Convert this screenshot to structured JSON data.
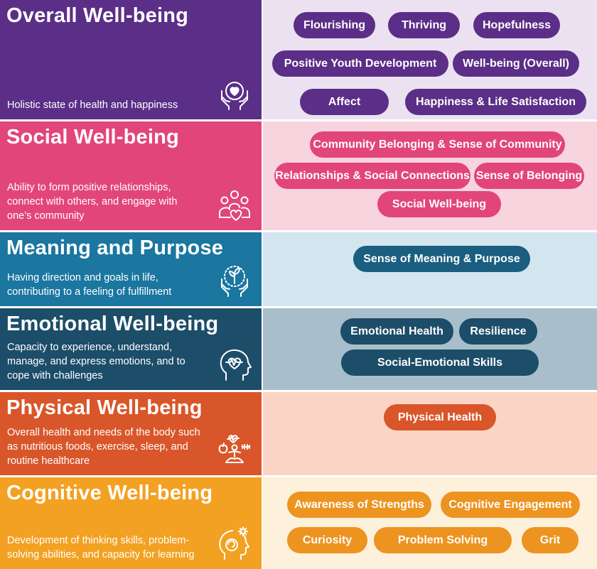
{
  "colors": {
    "overall": "#5b2e87",
    "social": "#e2457a",
    "meaning": "#1b76a0",
    "emotional": "#1c4d69",
    "physical": "#d9562a",
    "cognitive": "#f2a122"
  },
  "rows": [
    {
      "title": "Overall Well-being",
      "description": "Holistic state of health and happiness",
      "icon": "heart-hands-icon",
      "pills": [
        "Flourishing",
        "Thriving",
        "Hopefulness",
        "Positive Youth Development",
        "Well-being (Overall)",
        "Affect",
        "Happiness & Life Satisfaction"
      ]
    },
    {
      "title": "Social Well-being",
      "description": "Ability to form positive relationships, connect with others, and engage with one’s community",
      "icon": "people-heart-icon",
      "pills": [
        "Community Belonging & Sense of Community",
        "Relationships & Social Connections",
        "Sense of Belonging",
        "Social Well-being"
      ]
    },
    {
      "title": "Meaning and Purpose",
      "description": "Having direction and goals in life, contributing to a feeling of fulfillment",
      "icon": "sprout-hands-icon",
      "pills": [
        "Sense of Meaning & Purpose"
      ]
    },
    {
      "title": "Emotional Well-being",
      "description": "Capacity to experience, understand, manage, and express emotions, and to cope with challenges",
      "icon": "head-heartbeat-icon",
      "pills": [
        "Emotional Health",
        "Resilience",
        "Social-Emotional Skills"
      ]
    },
    {
      "title": "Physical Well-being",
      "description": "Overall health and needs of the body such as nutritious foods, exercise, sleep, and routine healthcare",
      "icon": "physical-health-icon",
      "pills": [
        "Physical Health"
      ]
    },
    {
      "title": "Cognitive Well-being",
      "description": "Development of thinking skills, problem-solving abilities, and capacity for learning",
      "icon": "head-gear-icon",
      "pills": [
        "Awareness of Strengths",
        "Cognitive Engagement",
        "Curiosity",
        "Problem Solving",
        "Grit"
      ]
    }
  ]
}
